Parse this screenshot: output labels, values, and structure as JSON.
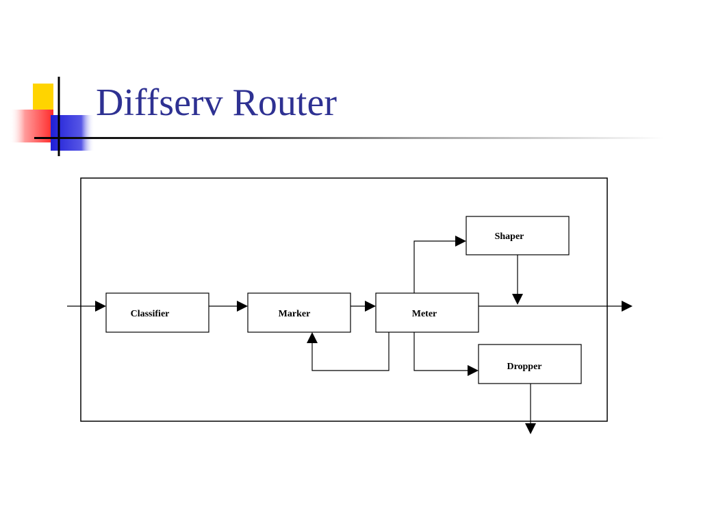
{
  "slide": {
    "title": "Diffserv Router"
  },
  "diagram": {
    "nodes": [
      {
        "id": "classifier",
        "label": "Classifier"
      },
      {
        "id": "marker",
        "label": "Marker"
      },
      {
        "id": "meter",
        "label": "Meter"
      },
      {
        "id": "shaper",
        "label": "Shaper"
      },
      {
        "id": "dropper",
        "label": "Dropper"
      }
    ],
    "edges": [
      {
        "from": "input",
        "to": "classifier"
      },
      {
        "from": "classifier",
        "to": "marker"
      },
      {
        "from": "marker",
        "to": "meter"
      },
      {
        "from": "meter",
        "to": "marker"
      },
      {
        "from": "meter",
        "to": "shaper"
      },
      {
        "from": "shaper",
        "to": "output"
      },
      {
        "from": "meter",
        "to": "output"
      },
      {
        "from": "meter",
        "to": "dropper"
      },
      {
        "from": "dropper",
        "to": "discard"
      }
    ]
  },
  "colors": {
    "title": "#2e3192",
    "logo_yellow": "#ffd400",
    "logo_red": "#ff3b3b",
    "logo_blue": "#2b2bd9"
  }
}
